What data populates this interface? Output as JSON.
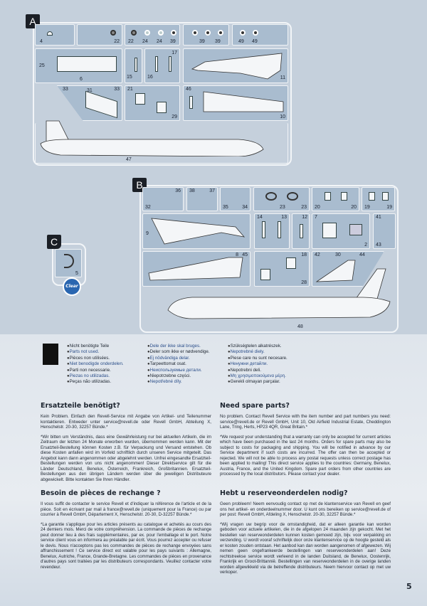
{
  "sprue_a": {
    "tag": "A",
    "labels": {
      "c1": "4",
      "c2": "22",
      "c3": [
        "22",
        "24",
        "24",
        "39"
      ],
      "c4": [
        "39",
        "39"
      ],
      "c5": [
        "49",
        "49"
      ],
      "c6": [
        "25",
        "6"
      ],
      "c7": "15",
      "c8": [
        "16",
        "17"
      ],
      "c9": "11",
      "c10": [
        "33",
        "31",
        "33"
      ],
      "c11": [
        "21",
        "29"
      ],
      "c12": [
        "46",
        "10"
      ],
      "c13": "47"
    }
  },
  "sprue_b": {
    "tag": "B",
    "labels": {
      "c1": [
        "32",
        "36"
      ],
      "c2": [
        "38",
        "37"
      ],
      "c3": [
        "35",
        "34"
      ],
      "c4": [
        "23",
        "23"
      ],
      "c5": [
        "20",
        "20"
      ],
      "c6": [
        "19",
        "19"
      ],
      "c7": "9",
      "c8": [
        "14",
        "13"
      ],
      "c9": "12",
      "c10": [
        "7",
        "2"
      ],
      "c11": [
        "41",
        "43"
      ],
      "c12": [
        "8",
        "45"
      ],
      "c13": [
        "18",
        "28"
      ],
      "c14": [
        "42",
        "30",
        "44"
      ],
      "c15": "48"
    }
  },
  "sprue_c": {
    "tag": "C",
    "label": "5",
    "badge": "Clear"
  },
  "legend": [
    [
      "Nicht benötigte Teile",
      "Parts not used.",
      "Pièces non utilisées.",
      "Niet benodigde onderdelen.",
      "Parti non necessarie.",
      "Piezas no utilizadas.",
      "Peças não utilizadas."
    ],
    [
      "Dele der ikke skal bruges.",
      "Deler som ikke er nødvendige.",
      "Ej nödvändiga delar.",
      "Tarpeettomat osat.",
      "Неиспользуемые детали.",
      "Niepotrzebne części.",
      "Nepotřebné díly."
    ],
    [
      "Szükségtelen alkatrészek.",
      "Nepotrebné diely.",
      "Piese care nu sunt necesare.",
      "Ненужни детайли.",
      "Nepotrebni deli.",
      "Μη χρησιμοποιούμενα μέρη.",
      "Gerekli olmayan parçalar."
    ]
  ],
  "sections": {
    "de": {
      "title": "Ersatzteile benötigt?",
      "p1": "Kein Problem. Einfach den Revell-Service mit Angabe von Artikel- und Teilenummer kontaktieren. Entweder unter service@revell.de oder Revell GmbH, Abteilung X, Henschelstr. 20-30, 32257 Bünde.*",
      "p2": "*Wir bitten um Verständnis, dass eine Gewährleistung nur bei aktuellen Artikeln, die im Zeitraum der letzten 24 Monate erworben wurden, übernommen werden kann. Mit der Ersatzteil-Bestellung können Kosten z.B. für Verpackung und Versand entstehen. Ob diese Kosten anfallen wird im Vorfeld schriftlich durch unseren Service mitgeteilt. Das Angebot kann dann angenommen oder abgelehnt werden. Unfrei eingesandte Ersatzteil-Bestellungen werden von uns nicht angenommen! Dieser Direktservice gilt für die Länder Deutschland, Benelux, Österreich, Frankreich, Großbritannien. Ersatzteil-Bestellungen aus den übrigen Ländern werden über die jeweiligen Distributeure abgewickelt. Bitte kontakten Sie Ihren Händler."
    },
    "fr": {
      "title": "Besoin de pièces de rechange ?",
      "p1": "Il vous suffit de contacter le service Revell et d'indiquer la référence de l'article et de la pièce. Soit en écrivant par mail à france@revell.de (uniquement pour la France) ou par courrier à Revell GmbH, Département X, Henschelstr. 20-30, D-32257 Bünde.*",
      "p2": "*La garantie s'applique pour les articles présents au catalogue et achetés au cours des 24 derniers mois. Merci de votre compréhension. La commande de pièces de rechange peut donner lieu à des frais supplémentaires, par ex. pour l'emballage et le port. Notre service client vous en informera au préalable par écrit. Vous pourrez accepter ou refuser le devis. Nous n'acceptons pas les commandes de pièces de rechange envoyées sans affranchissement ! Ce service direct est valable pour les pays suivants : Allemagne, Benelux, Autriche, France, Grande-Bretagne. Les commandes de pièces en provenance d'autres pays sont traitées par les distributeurs correspondants. Veuillez contacter votre revendeur."
    },
    "en": {
      "title": "Need spare parts?",
      "p1": "No problem. Contact Revell Service with the item number and part numbers you need: service@revell.de or Revell GmbH, Unit 10, Old Airfield Industrial Estate, Cheddington Lane, Tring, Herts, HP23 4QR, Great Britain.*",
      "p2": "*We request your understanding that a warranty can only be accepted for current articles which have been purchased in the last 24 months. Orders for spare parts may also be subject to costs for packaging and shipping. You will be notified in advance by our Service department if such costs are incurred. The offer can then be accepted or rejected. We will not be able to process any postal requests unless correct postage has been applied to mailing! This direct service applies to the countries: Germany, Benelux, Austria, France, and the United Kingdom. Spare part orders from other countries are processed by the local distributors. Please contact your dealer."
    },
    "nl": {
      "title": "Hebt u reserveonderdelen nodig?",
      "p1": "Geen probleem! Neem eenvoudig contact op met de klantenservice van Revell en geef ons het artikel- en onderdeelnummer door. U kunt ons bereiken op service@revell.de of per post: Revell GmbH, Afdeling X, Henschelstr. 20-30, 32257 Bünde.*",
      "p2": "*Wij vragen uw begrip voor de omstandigheid, dat er alleen garantie kan worden geboden voor actuele artikelen, die in de afgelopen 24 maanden zijn gekocht. Met het bestellen van reserveonderdelen kunnen kosten gemoeid zijn, bijv. voor verpakking en verzending. U wordt vooraf schriftelijk door onze klantenservice op de hoogte gesteld als er kosten zouden ontstaan. Het aanbod kan dan worden aangenomen of afgewezen. Wij nemen geen ongefrankeerde bestellingen van reserveonderdelen aan! Deze rechtstreekse service wordt verleend in de landen Duitsland, de Benelux, Oostenrijk, Frankrijk en Groot-Brittannië. Bestellingen van reserveonderdelen in de overige landen worden afgewikkeld via de betreffende distributeurs. Neem hiervoor contact op met uw verkoper."
    }
  },
  "page_number": "5"
}
